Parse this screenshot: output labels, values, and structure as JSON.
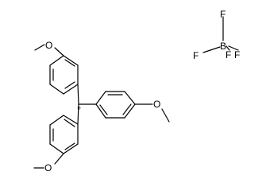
{
  "compound": {
    "cation": {
      "name": "tris(4-methoxyphenyl)methylium",
      "charge_label": "+",
      "methoxy_oxygen_labels": [
        "O",
        "O",
        "O"
      ]
    },
    "anion": {
      "name": "tetrafluoroborate",
      "central_atom": "B",
      "fluorine_labels": [
        "F",
        "F",
        "F",
        "F"
      ]
    }
  }
}
